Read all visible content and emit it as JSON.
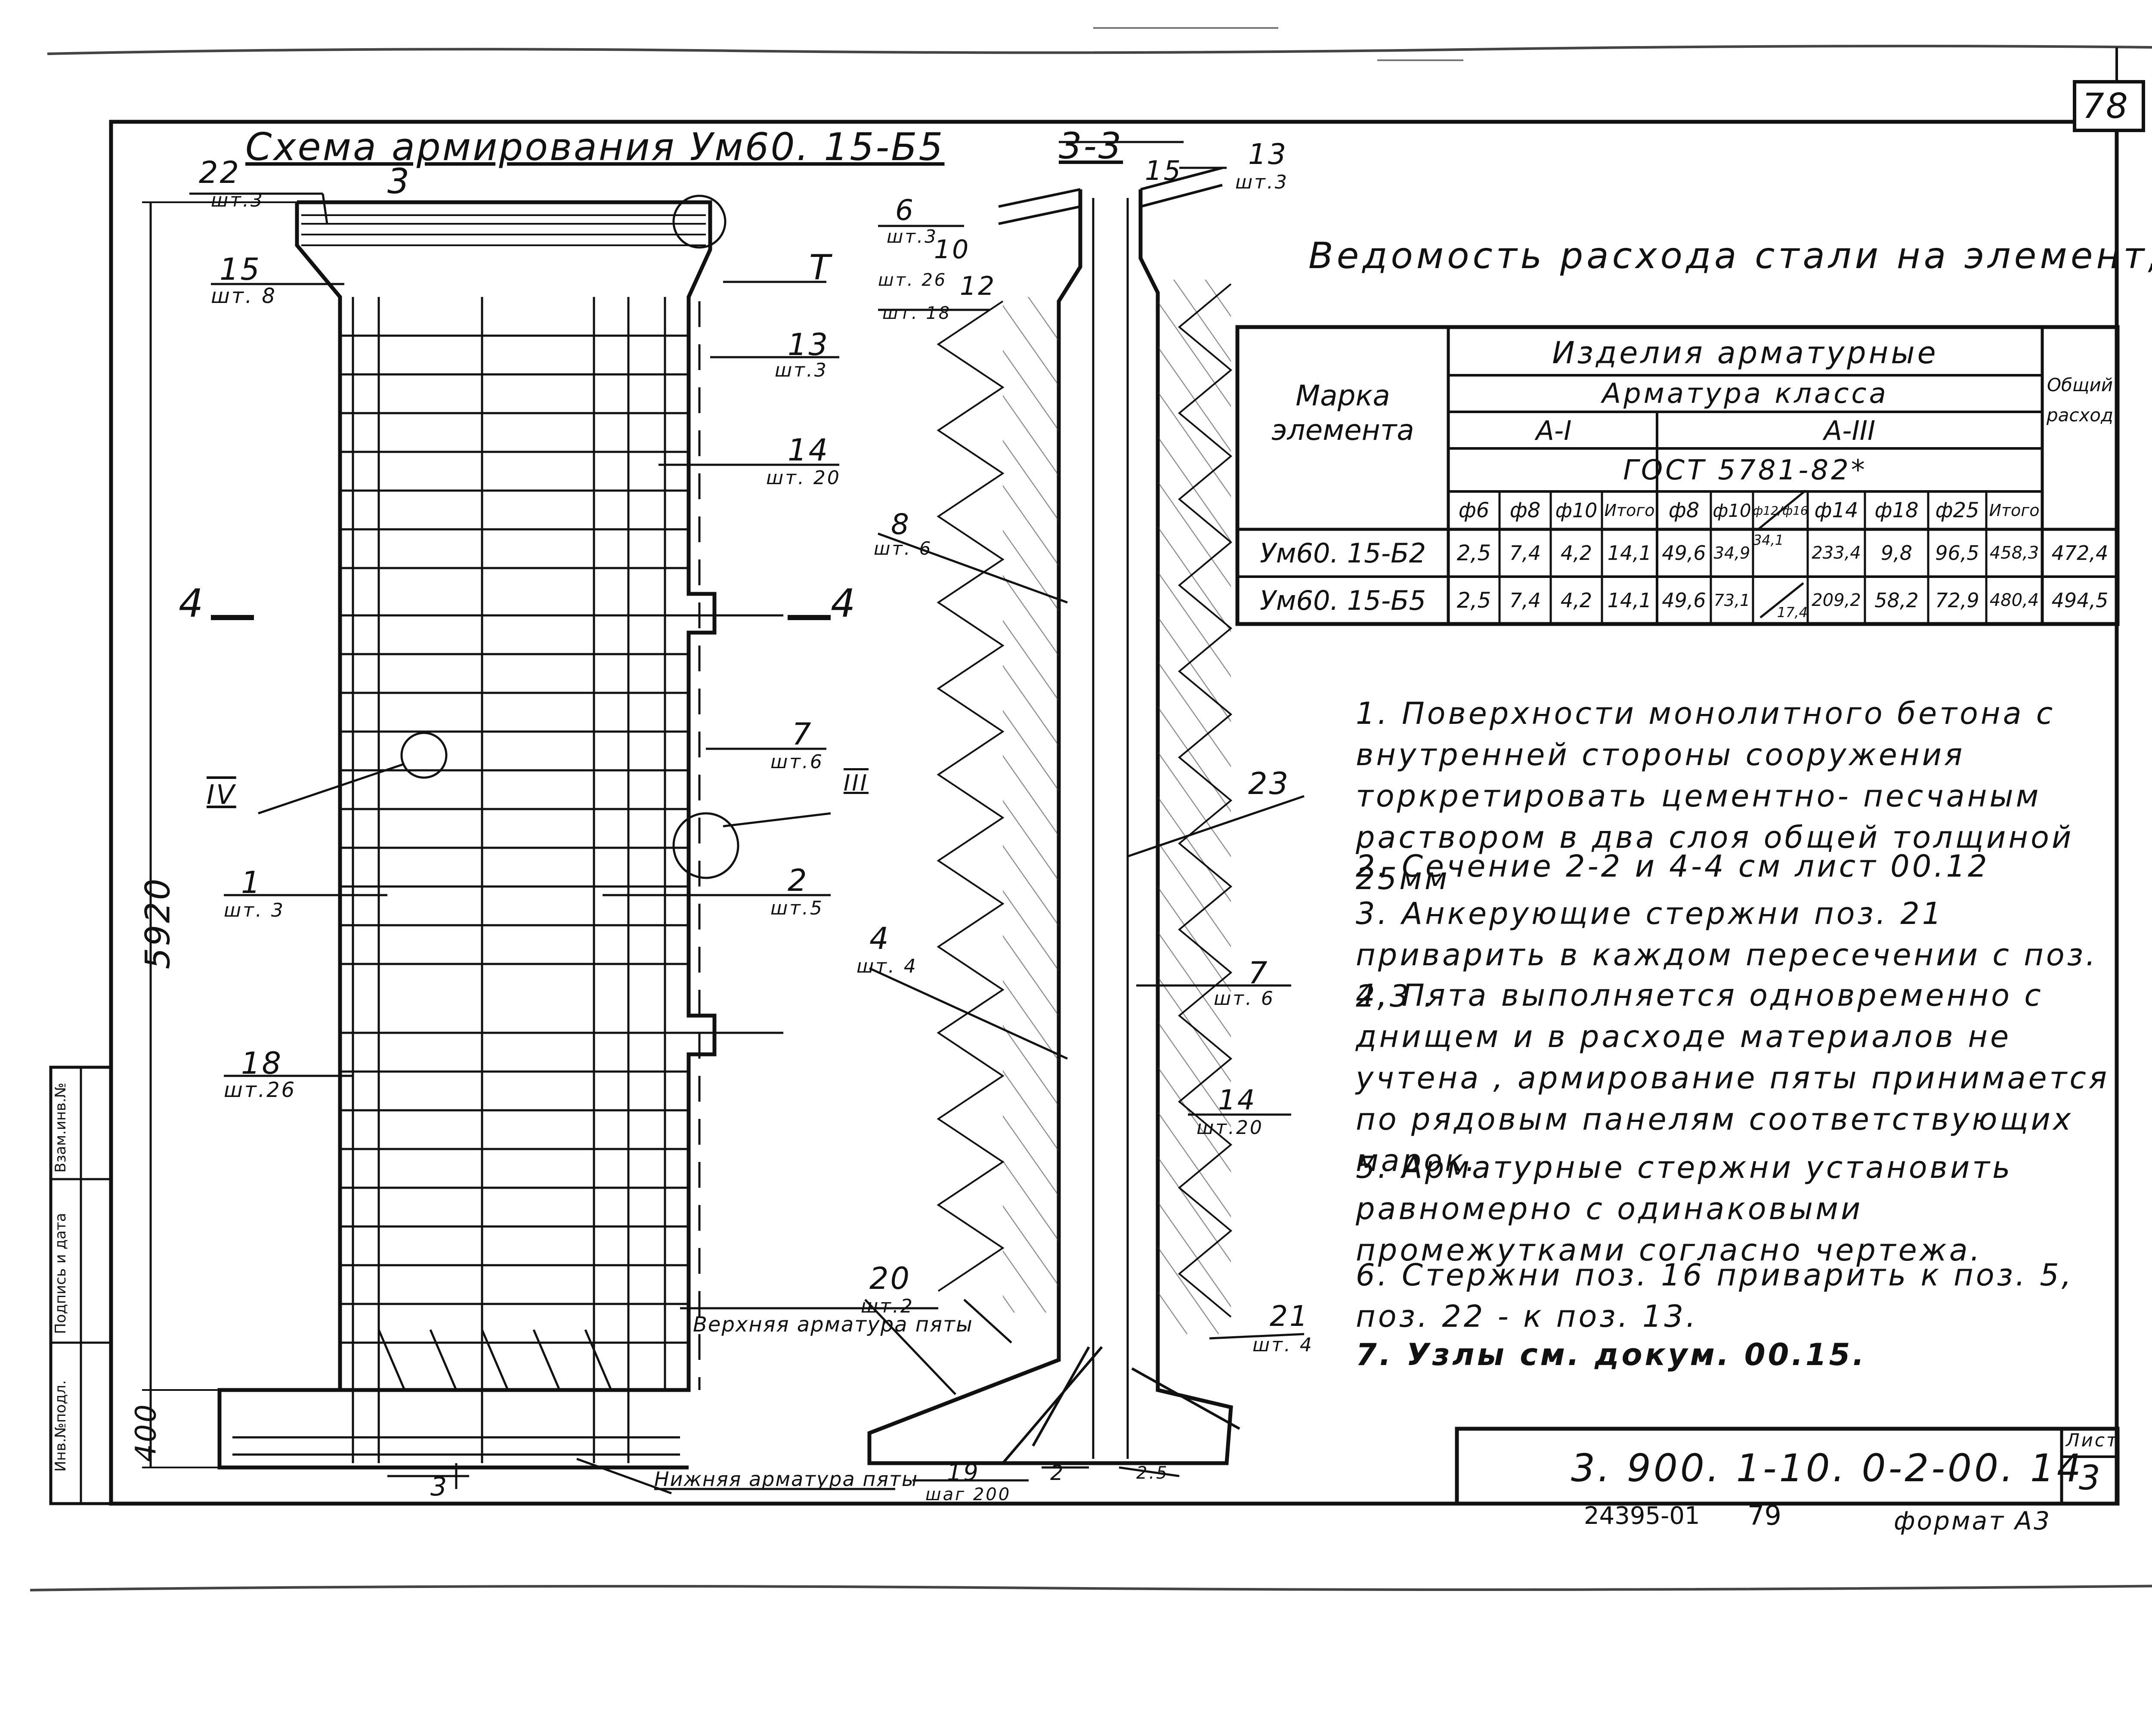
{
  "sheet_number": "78",
  "left_scheme": {
    "title": "Схема армирования Ум60. 15-Б5",
    "section_mark": "3",
    "dimension_height": "5920",
    "dimension_footing": "400",
    "section_4_left": "4",
    "section_4_right": "4",
    "upper_footing_label": "Верхняя арматура пяты",
    "lower_footing_label": "Нижняя арматура пяты",
    "bottom_section_mark": "3",
    "callouts": [
      {
        "pos": "22",
        "qty": "шт.3"
      },
      {
        "pos": "15",
        "qty": "шт. 8"
      },
      {
        "pos": "Т",
        "qty": ""
      },
      {
        "pos": "13",
        "qty": "шт.3"
      },
      {
        "pos": "14",
        "qty": "шт. 20"
      },
      {
        "pos": "7",
        "qty": "шт.6"
      },
      {
        "pos": "III",
        "qty": ""
      },
      {
        "pos": "IV",
        "qty": ""
      },
      {
        "pos": "1",
        "qty": "шт. 3"
      },
      {
        "pos": "2",
        "qty": "шт.5"
      },
      {
        "pos": "18",
        "qty": "шт.26"
      }
    ]
  },
  "section_view": {
    "title": "3-3",
    "callouts": [
      {
        "pos": "15",
        "qty": ""
      },
      {
        "pos": "13",
        "qty": "шт.3"
      },
      {
        "pos": "6",
        "qty": "шт.3"
      },
      {
        "pos": "10",
        "qty": "шт. 26"
      },
      {
        "pos": "12",
        "qty": "шт. 18"
      },
      {
        "pos": "8",
        "qty": "шт. 6"
      },
      {
        "pos": "23",
        "qty": ""
      },
      {
        "pos": "4",
        "qty": "шт. 4"
      },
      {
        "pos": "7",
        "qty": "шт. 6"
      },
      {
        "pos": "14",
        "qty": "шт.20"
      },
      {
        "pos": "20",
        "qty": "шт.2"
      },
      {
        "pos": "21",
        "qty": "шт. 4"
      },
      {
        "pos": "19",
        "qty": "шаг 200"
      },
      {
        "pos": "2",
        "qty": ""
      },
      {
        "pos": "2.5",
        "qty": ""
      }
    ]
  },
  "steel_table": {
    "title": "Ведомость расхода стали на элемент, кг",
    "header_mark": "Марка элемента",
    "header_products": "Изделия арматурные",
    "header_class": "Арматура класса",
    "header_a1": "А-I",
    "header_a3": "А-III",
    "header_gost": "ГОСТ 5781-82*",
    "header_total": "Общий расход",
    "columns": [
      "ф6",
      "ф8",
      "ф10",
      "Итого",
      "ф8",
      "ф10",
      "ф12/ф16",
      "ф14",
      "ф18",
      "ф25",
      "Итого"
    ],
    "rows": [
      {
        "mark": "Ум60. 15-Б2",
        "values": [
          "2,5",
          "7,4",
          "4,2",
          "14,1",
          "49,6",
          "34,9",
          "34,1",
          "233,4",
          "9,8",
          "96,5",
          "458,3"
        ],
        "total": "472,4"
      },
      {
        "mark": "Ум60. 15-Б5",
        "values": [
          "2,5",
          "7,4",
          "4,2",
          "14,1",
          "49,6",
          "73,1",
          "17,4",
          "209,2",
          "58,2",
          "72,9",
          "480,4"
        ],
        "total": "494,5"
      }
    ]
  },
  "notes": [
    "1. Поверхности монолитного бетона с внутренней стороны сооружения торкретировать цементно- песчаным раствором в два слоя общей толщиной 25мм",
    "2. Сечение 2-2 и 4-4 см лист 00.12",
    "3. Анкерующие стержни поз. 21 приварить в каждом пересечении с поз. 2,3 .",
    "4. Пята выполняется одновременно с днищем и в расходе материалов не учтена , армирование пяты принимается по рядовым панелям соответствующих марок.",
    "5. Арматурные стержни установить равномерно с одинаковыми промежутками согласно чертежа.",
    "6. Стержни поз. 16 приварить к поз. 5, поз. 22 - к поз. 13.",
    "7. Узлы см. докум. 00.15."
  ],
  "title_block": {
    "doc_code": "3. 900. 1-10. 0-2-00. 14",
    "sheet_label": "Лист",
    "sheet_value": "3",
    "archive_number": "24395-01",
    "page": "79",
    "format": "формат А3"
  },
  "side_stamp": [
    "Инв.№подл.",
    "Подпись и дата",
    "Взам.инв.№"
  ]
}
